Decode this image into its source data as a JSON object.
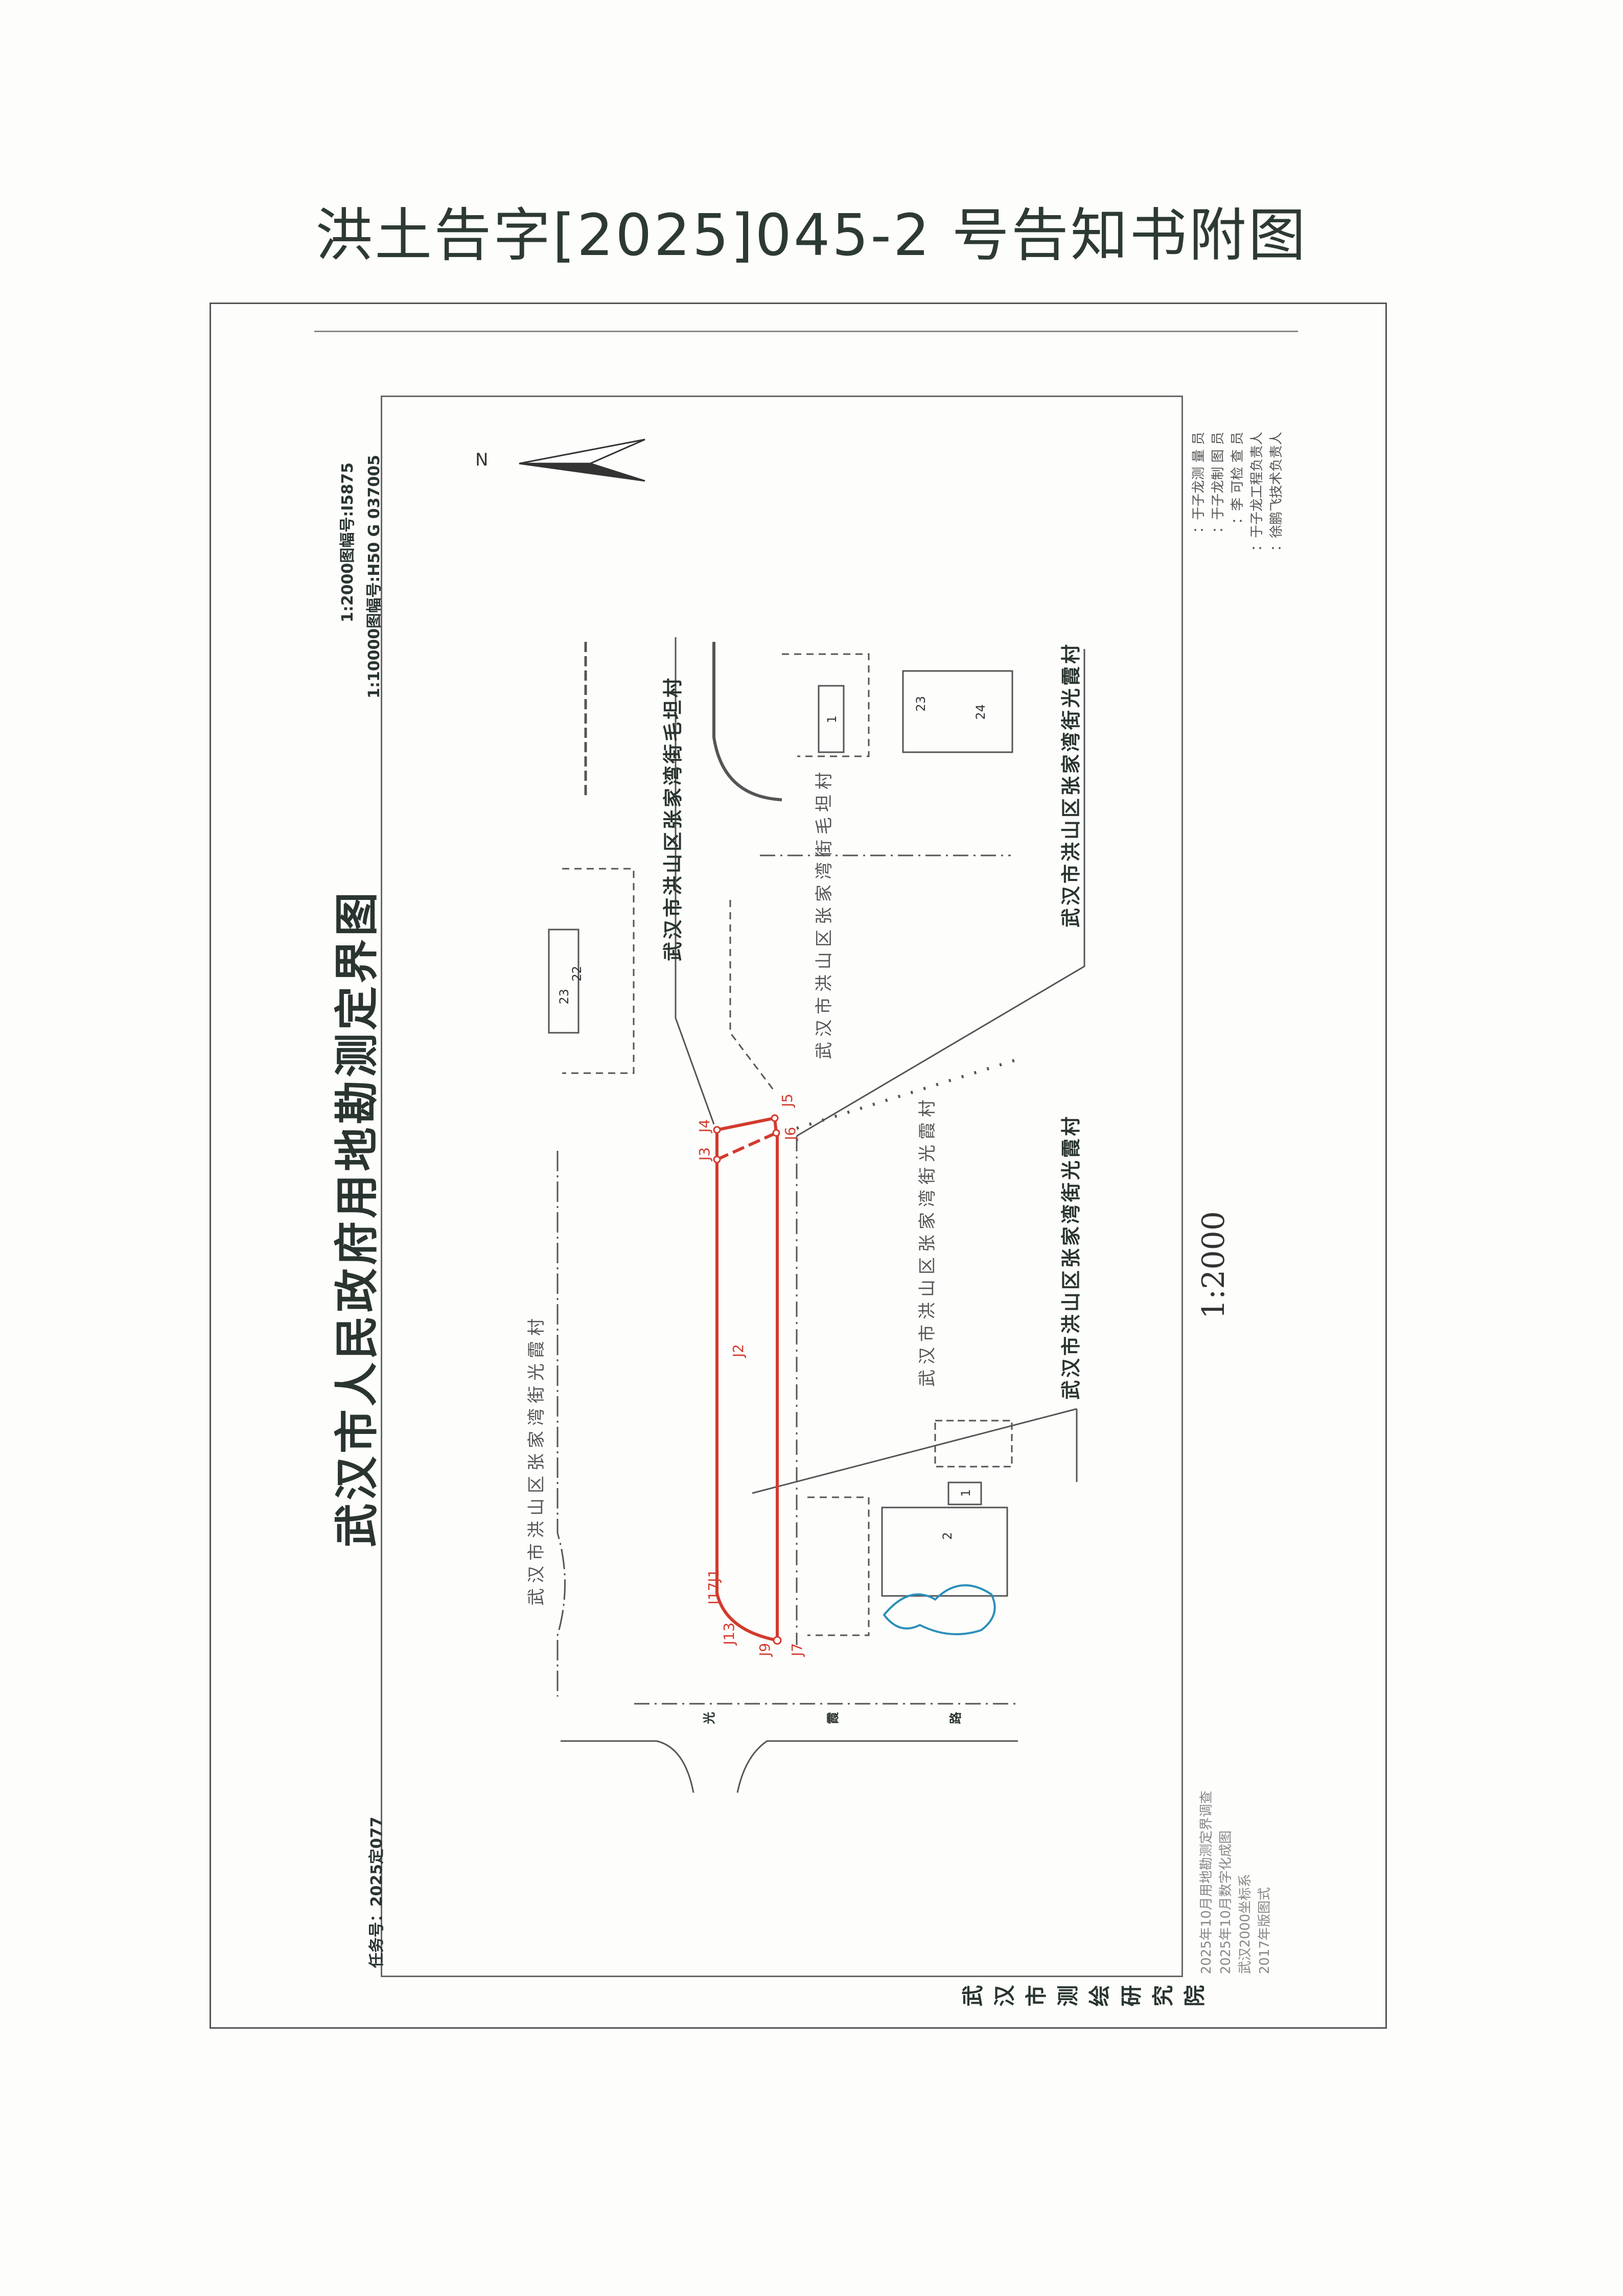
{
  "doc_title": "洪土告字[2025]045-2 号告知书附图",
  "map": {
    "title": "武汉市人民政府用地勘测定界图",
    "sheet_2000": "1:2000图幅号:I5875",
    "sheet_10000": "1:10000图幅号:H50 G 037005",
    "task_number": "任务号：2025定077",
    "scale": "1:2000",
    "north": "N",
    "village_labels": {
      "guangxia_left": "武汉市洪山区张家湾街光霞村",
      "maotan_bold": "武汉市洪山区张家湾街毛坦村",
      "maotan_thin": "武汉市洪山区张家湾街毛坦村",
      "guangxia_bold_top": "武汉市洪山区张家湾街光霞村",
      "guangxia_bold_bottom": "武汉市洪山区张家湾街光霞村",
      "guangxia_center": "武汉市洪山区张家湾街光霞村"
    },
    "road_chars": [
      "光",
      "霞",
      "路"
    ],
    "boundary_points": {
      "J3": "J3",
      "J4": "J4",
      "J5": "J5",
      "J6": "J6",
      "J2": "J2",
      "J17J1": "J17J1",
      "J13": "J13",
      "J9": "J9",
      "J7": "J7"
    },
    "building_numbers": {
      "b1_top": "1",
      "b23_top": "23",
      "b24": "24",
      "b23_left": "23",
      "b22": "22",
      "b1_bottom": "1",
      "b2": "2"
    },
    "boundary_color": "#d33a2c"
  },
  "legend": [
    {
      "label": "测 量 员",
      "value": "：于子龙"
    },
    {
      "label": "制 图 员",
      "value": "：于子龙"
    },
    {
      "label": "检 查 员",
      "value": "：李 可"
    },
    {
      "label": "工程负责人",
      "value": "：于子龙"
    },
    {
      "label": "技术负责人",
      "value": "：徐鹏飞"
    }
  ],
  "notes": [
    "2025年10月用地勘测定界调查",
    "2025年10月数字化成图",
    "武汉2000坐标系",
    "2017年版图式"
  ],
  "institute": [
    "武",
    "汉",
    "市",
    "测",
    "绘",
    "研",
    "究",
    "院"
  ]
}
